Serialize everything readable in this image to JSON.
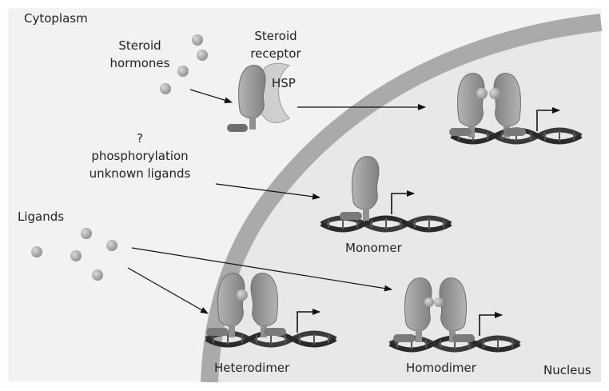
{
  "labels": {
    "cytoplasm": "Cytoplasm",
    "nucleus": "Nucleus",
    "steroid_hormones": [
      "Steroid",
      "hormones"
    ],
    "steroid_receptor": [
      "Steroid",
      "receptor"
    ],
    "hsp": "HSP",
    "question": [
      "?",
      "phosphorylation",
      "unknown ligands"
    ],
    "ligands": "Ligands",
    "monomer": "Monomer",
    "heterodimer": "Heterodimer",
    "homodimer": "Homodimer"
  },
  "colors": {
    "background": "#f2f2f2",
    "nucleus_fill": "#e7e7e7",
    "nuclear_envelope": "#a9a9a9",
    "receptor": "#9a9a9a",
    "receptor_dark": "#7c7c7c",
    "hsp": "#cfcfcf",
    "dna": "#3a3a3a",
    "ligand": "#a3a3a3",
    "arrow": "#111111"
  }
}
